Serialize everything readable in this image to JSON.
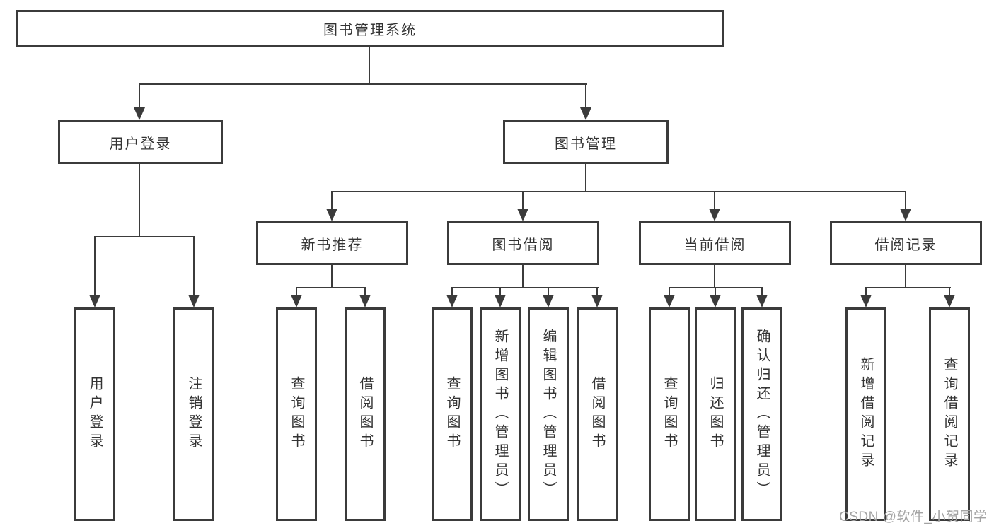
{
  "diagram": {
    "title": "图书管理系统",
    "level2": {
      "user_login": "用户登录",
      "book_management": "图书管理"
    },
    "level3": {
      "new_book_recommend": "新书推荐",
      "book_borrow": "图书借阅",
      "current_borrow": "当前借阅",
      "borrow_record": "借阅记录"
    },
    "leaves": {
      "user_login": "用户登录",
      "logout": "注销登录",
      "recommend_query_books": "查询图书",
      "recommend_borrow_books": "借阅图书",
      "borrow_query_books": "查询图书",
      "add_books_admin": "新增图书（管理员）",
      "edit_books_admin": "编辑图书（管理员）",
      "borrow_borrow_books": "借阅图书",
      "current_query_books": "查询图书",
      "return_books": "归还图书",
      "confirm_return_admin": "确认归还（管理员）",
      "add_borrow_record": "新增借阅记录",
      "query_borrow_record": "查询借阅记录"
    }
  },
  "watermark": "CSDN @软件_小贺同学",
  "colors": {
    "line": "#3b3b3b",
    "text": "#333333",
    "watermark": "#a3a3a3",
    "background": "#ffffff"
  }
}
